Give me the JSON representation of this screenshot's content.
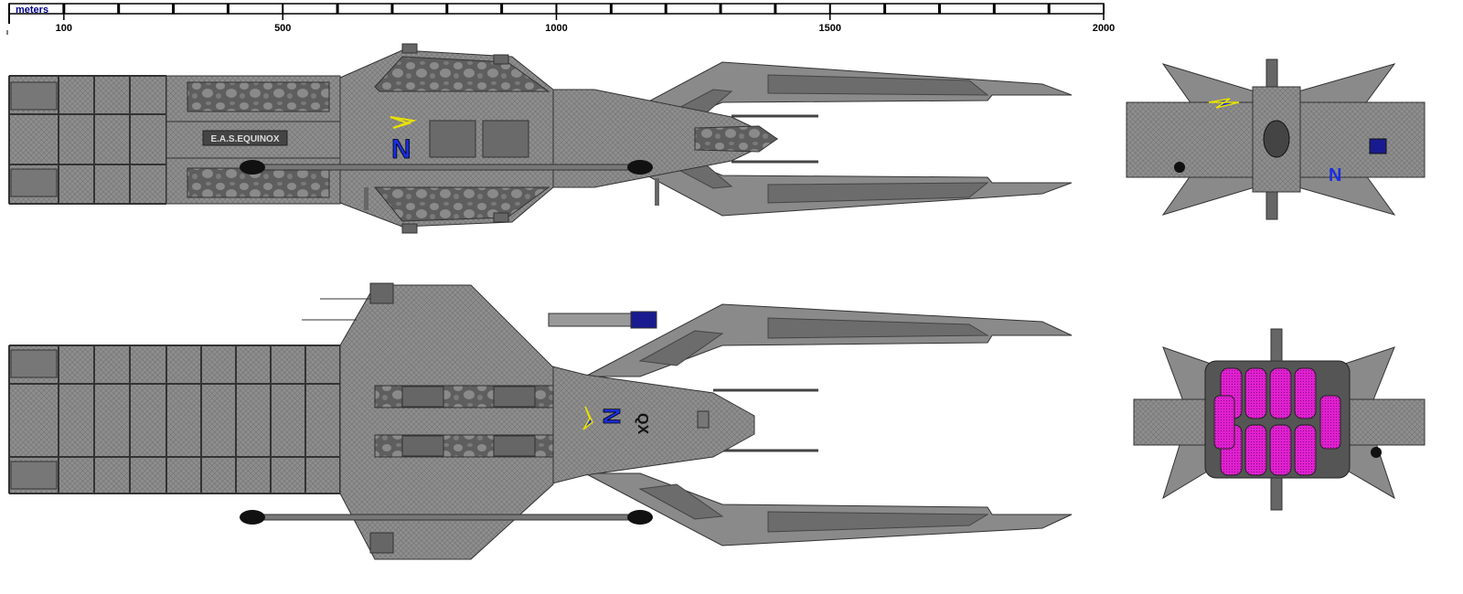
{
  "scale": {
    "unit_label": "meters",
    "ticks": [
      {
        "value": 100,
        "label": "100"
      },
      {
        "value": 500,
        "label": "500"
      },
      {
        "value": 1000,
        "label": "1000"
      },
      {
        "value": 1500,
        "label": "1500"
      },
      {
        "value": 2000,
        "label": "2000"
      }
    ],
    "max_value": 2000,
    "minor_step": 100
  },
  "ship": {
    "name": "E.A.S.EQUINOX",
    "hull_marking": "N",
    "bottom_marking_n": "N",
    "bottom_marking_code": "QX",
    "front_marking": "N"
  },
  "colors": {
    "hull": "#8c8c8c",
    "hull_dark": "#5a5a5a",
    "camo": "#6e6e6e",
    "wing": "#8a8a8a",
    "wing_panel": "#6c6c6c",
    "marking_blue": "#1a2ee0",
    "marking_yellow": "#e8e000",
    "engine_pink": "#e020d0",
    "scale_text": "#00008b"
  }
}
